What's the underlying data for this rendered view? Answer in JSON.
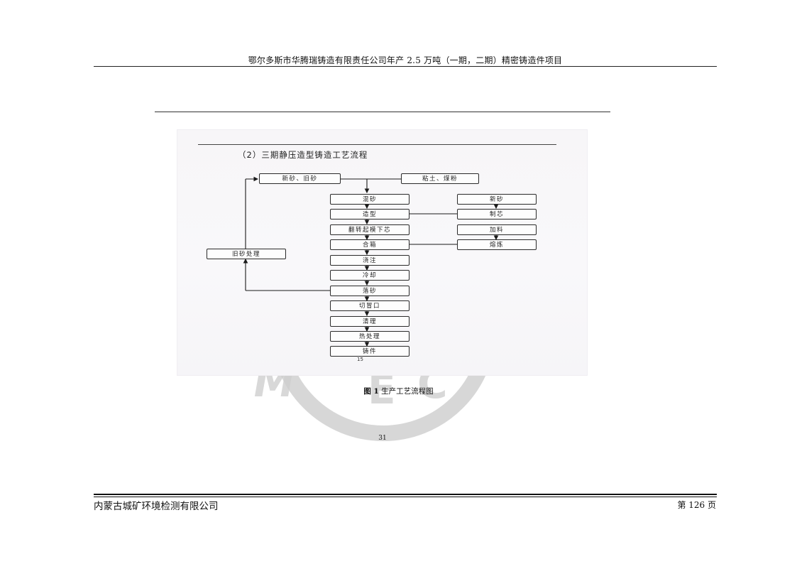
{
  "header": {
    "title": "鄂尔多斯市华腾瑞铸造有限责任公司年产 2.5 万吨（一期，二期）精密铸造件项目"
  },
  "figure": {
    "section_title": "（2）三期静压造型铸造工艺流程",
    "flow": {
      "top_left": "新砂、旧砂",
      "top_right": "粘土、煤粉",
      "main_steps": [
        "混砂",
        "造型",
        "翻转起模下芯",
        "合箱",
        "浇注",
        "冷却",
        "落砂",
        "切冒口",
        "清理",
        "热处理",
        "铸件"
      ],
      "core_branch": [
        "新砂",
        "制芯"
      ],
      "melt_branch": [
        "加料",
        "熔炼"
      ],
      "recycle": "旧砂处理"
    },
    "scan_page_number": "15",
    "caption_label": "图 1",
    "caption_text": "生产工艺流程图"
  },
  "document_page_number": "31",
  "footer": {
    "company": "内蒙古城矿环境检测有限公司",
    "page": "第  126  页"
  }
}
